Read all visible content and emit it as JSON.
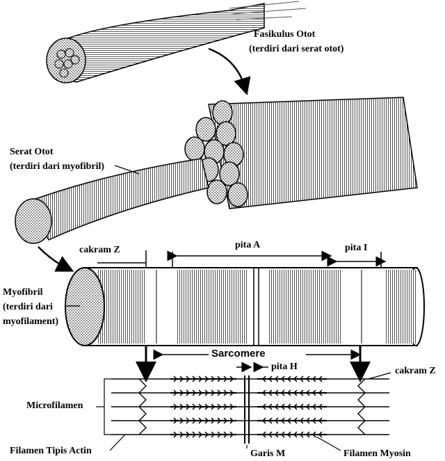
{
  "labels": {
    "fasikulus_line1": "Fasikulus Otot",
    "fasikulus_line2": "(terdiri dari serat otot)",
    "serat_line1": "Serat Otot",
    "serat_line2": "(terdiri dari myofibril)",
    "cakram_z_top": "cakram Z",
    "pita_a": "pita A",
    "pita_i": "pita I",
    "myofibril_line1": "Myofibril",
    "myofibril_line2": "(terdiri dari",
    "myofibril_line3": "myofilament)",
    "sarcomere": "Sarcomere",
    "pita_h": "pita H",
    "cakram_z_right": "cakram Z",
    "microfilamen": "Microfilamen",
    "filamen_actin": "Filamen Tipis Actin",
    "garis_m": "Garis M",
    "filamen_myosin": "Filamen Myosin"
  },
  "colors": {
    "ink": "#000000",
    "paper": "#ffffff",
    "shade": "#9a9a9a"
  }
}
